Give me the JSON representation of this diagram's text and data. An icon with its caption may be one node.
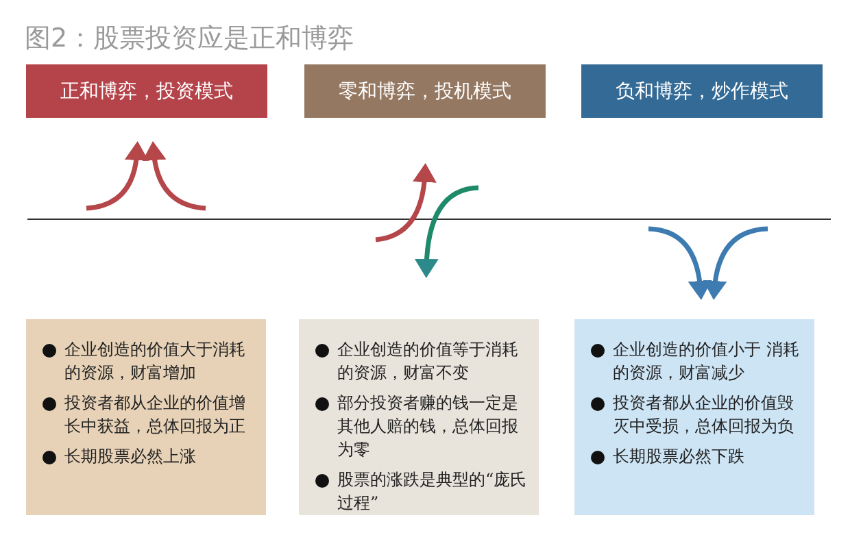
{
  "diagram": {
    "title": "图2：股票投资应是正和博弈",
    "nodes": [
      {
        "text": [
          "正和博弈，投资模式"
        ]
      },
      {
        "text": [
          "零和博弈，投机模式"
        ]
      },
      {
        "text": [
          "负和博弈，炒作模式"
        ]
      },
      {
        "text": [
          "企业创造的价值大于消耗的资源，财富增加",
          "投资者都从企业的价值增长中获益，总体回报为正",
          "长期股票必然上涨"
        ]
      },
      {
        "text": [
          "企业创造的价值等于消耗的资源，财富不变",
          "部分投资者赚的钱一定是其他人赔的钱，总体回报为零",
          "股票的涨跌是典型的“庞氏过程”"
        ]
      },
      {
        "text": [
          "企业创造的价值小于 消耗的资源，财富减少",
          "投资者都从企业的价值毁灭中受损，总体回报为负",
          "长期股票必然下跌"
        ]
      }
    ]
  }
}
